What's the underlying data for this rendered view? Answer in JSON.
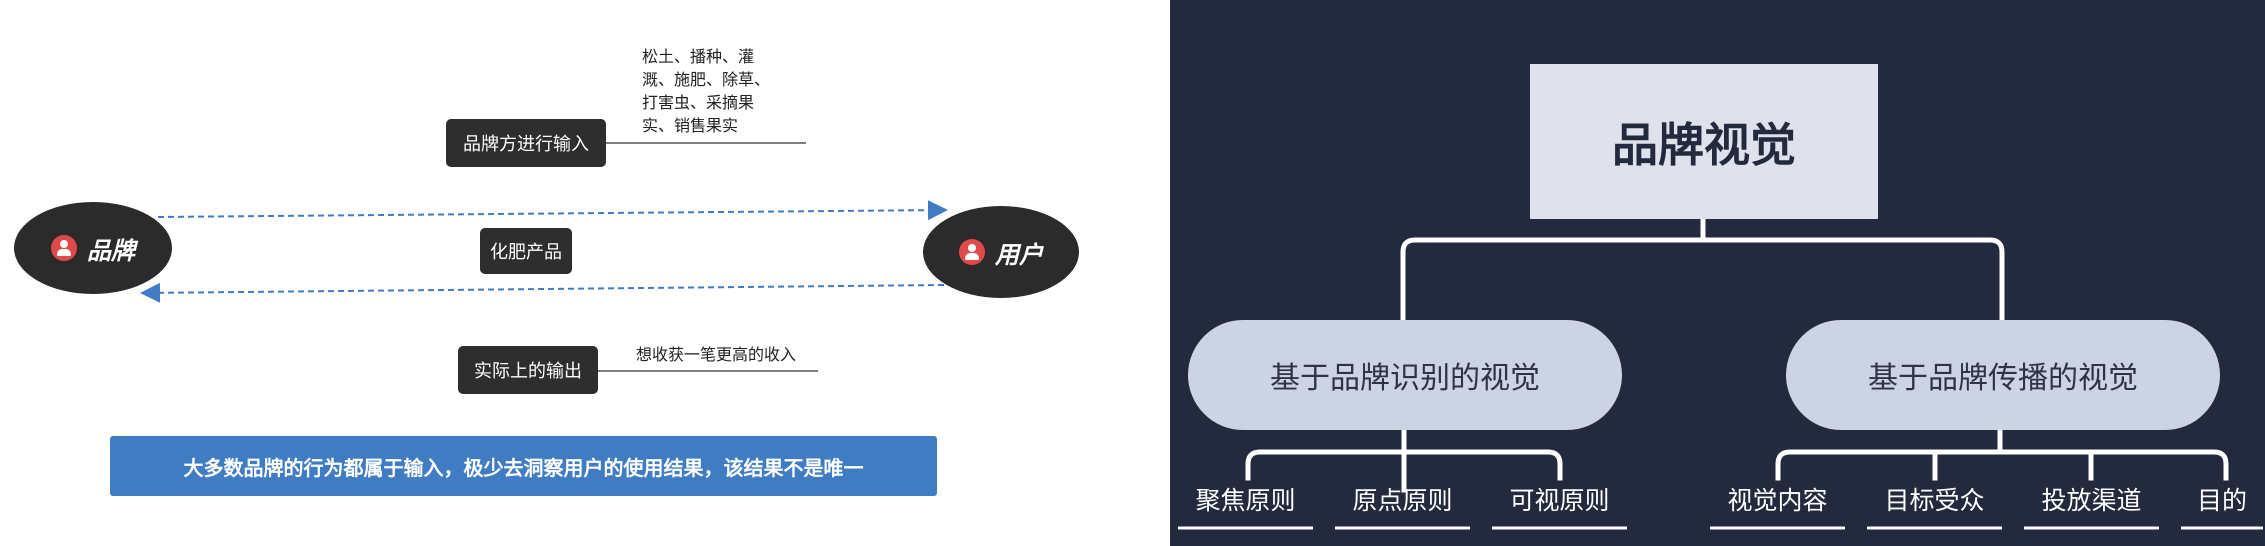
{
  "left_diagram": {
    "brand_label": "品牌",
    "user_label": "用户",
    "input_box": "品牌方进行输入",
    "input_note_lines": [
      "松土、播种、灌",
      "溉、施肥、除草、",
      "打害虫、采摘果",
      "实、销售果实"
    ],
    "product_box": "化肥产品",
    "output_box": "实际上的输出",
    "output_note": "想收获一笔更高的收入",
    "banner": "大多数品牌的行为都属于输入，极少去洞察用户的使用结果，该结果不是唯一",
    "colors": {
      "dark": "#2b2b2b",
      "arrow": "#3f7cc4",
      "banner": "#3f7cc4",
      "icon": "#e04a4a"
    }
  },
  "right_diagram": {
    "title": "品牌视觉",
    "branches": [
      {
        "label": "基于品牌识别的视觉",
        "leaves": [
          "聚焦原则",
          "原点原则",
          "可视原则"
        ]
      },
      {
        "label": "基于品牌传播的视觉",
        "leaves": [
          "视觉内容",
          "目标受众",
          "投放渠道",
          "目的"
        ]
      }
    ],
    "colors": {
      "background": "#232a3d",
      "title_box": "#dfe2ec",
      "pill": "#ccd3e3",
      "lines": "#ffffff"
    }
  }
}
